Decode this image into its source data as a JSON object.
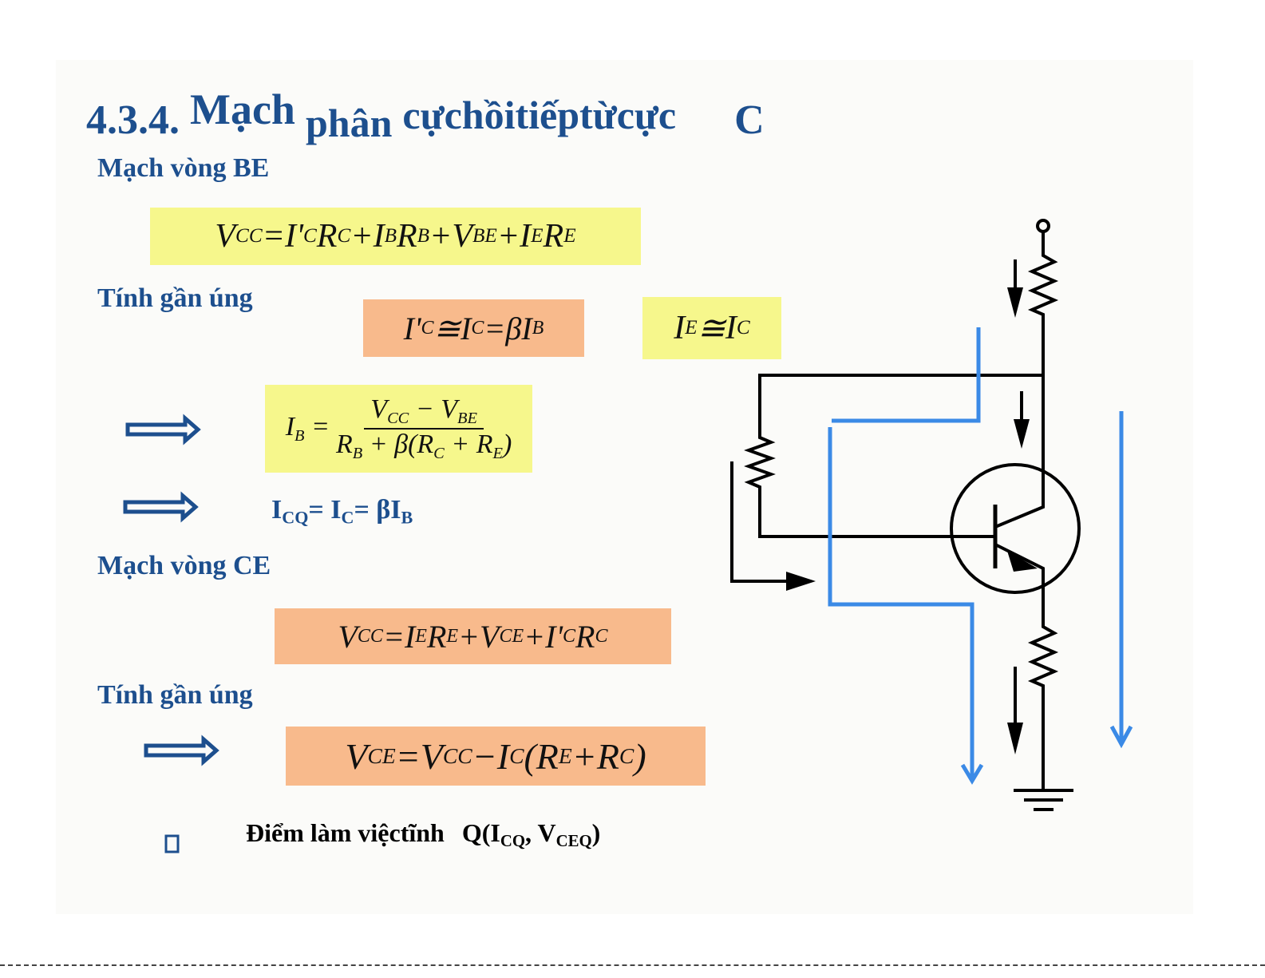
{
  "title": {
    "number": "4.3.4.",
    "text1": "Mạch",
    "text2": "phân",
    "text3": "cựchồitiếptừcực",
    "text4": "C"
  },
  "headings": {
    "be_loop": "Mạch vòng BE",
    "approx1": "Tính gần úng",
    "ce_loop": "Mạch vòng CE",
    "approx2": "Tính gần úng"
  },
  "formulas": {
    "be": [
      [
        "V",
        "CC"
      ],
      [
        " = "
      ],
      [
        "I'",
        "C"
      ],
      [
        "R",
        "C"
      ],
      [
        " + "
      ],
      [
        "I",
        "B"
      ],
      [
        "R",
        "B"
      ],
      [
        " + "
      ],
      [
        "V",
        "BE"
      ],
      [
        " + "
      ],
      [
        "I",
        "E"
      ],
      [
        "R",
        "E"
      ]
    ],
    "approx_ic": [
      [
        "I'",
        "C"
      ],
      [
        " ≅ "
      ],
      [
        "I",
        "C"
      ],
      [
        " = "
      ],
      [
        "βI",
        "B"
      ]
    ],
    "approx_ie": [
      [
        "I",
        "E"
      ],
      [
        " ≅ "
      ],
      [
        "I",
        "C"
      ]
    ],
    "ib_lhs": [
      [
        "I",
        "B"
      ],
      [
        " ="
      ]
    ],
    "ib_num": [
      [
        "V",
        "CC"
      ],
      [
        " − "
      ],
      [
        "V",
        "BE"
      ]
    ],
    "ib_den": [
      [
        "R",
        "B"
      ],
      [
        " + β("
      ],
      [
        "R",
        "C"
      ],
      [
        " + "
      ],
      [
        "R",
        "E"
      ],
      [
        ")"
      ]
    ],
    "ce": [
      [
        "V",
        "CC"
      ],
      [
        " = "
      ],
      [
        "I",
        "E"
      ],
      [
        "R",
        "E"
      ],
      [
        " + "
      ],
      [
        "V",
        "CE"
      ],
      [
        " + "
      ],
      [
        "I'",
        "C"
      ],
      [
        " "
      ],
      [
        "R",
        "C"
      ]
    ],
    "vce": [
      [
        "V",
        "CE"
      ],
      [
        " = "
      ],
      [
        "V",
        "CC"
      ],
      [
        " − "
      ],
      [
        "I",
        "C"
      ],
      [
        "("
      ],
      [
        "R",
        "E"
      ],
      [
        " + "
      ],
      [
        "R",
        "C"
      ],
      [
        ")"
      ]
    ]
  },
  "icq_line": {
    "a": "I",
    "a_sub": "CQ",
    "b": "= I",
    "b_sub": "C",
    "c": "= βI",
    "c_sub": "B"
  },
  "q_point": {
    "label": "Điểm làm việctĩnh",
    "q": "Q(I",
    "q_sub1": "CQ",
    "mid": ", V",
    "q_sub2": "CEQ",
    "end": ")"
  },
  "colors": {
    "title": "#1d4f8e",
    "yellow": "#f6f78c",
    "orange": "#f8ba8c",
    "loop_blue": "#3b8ae6"
  }
}
